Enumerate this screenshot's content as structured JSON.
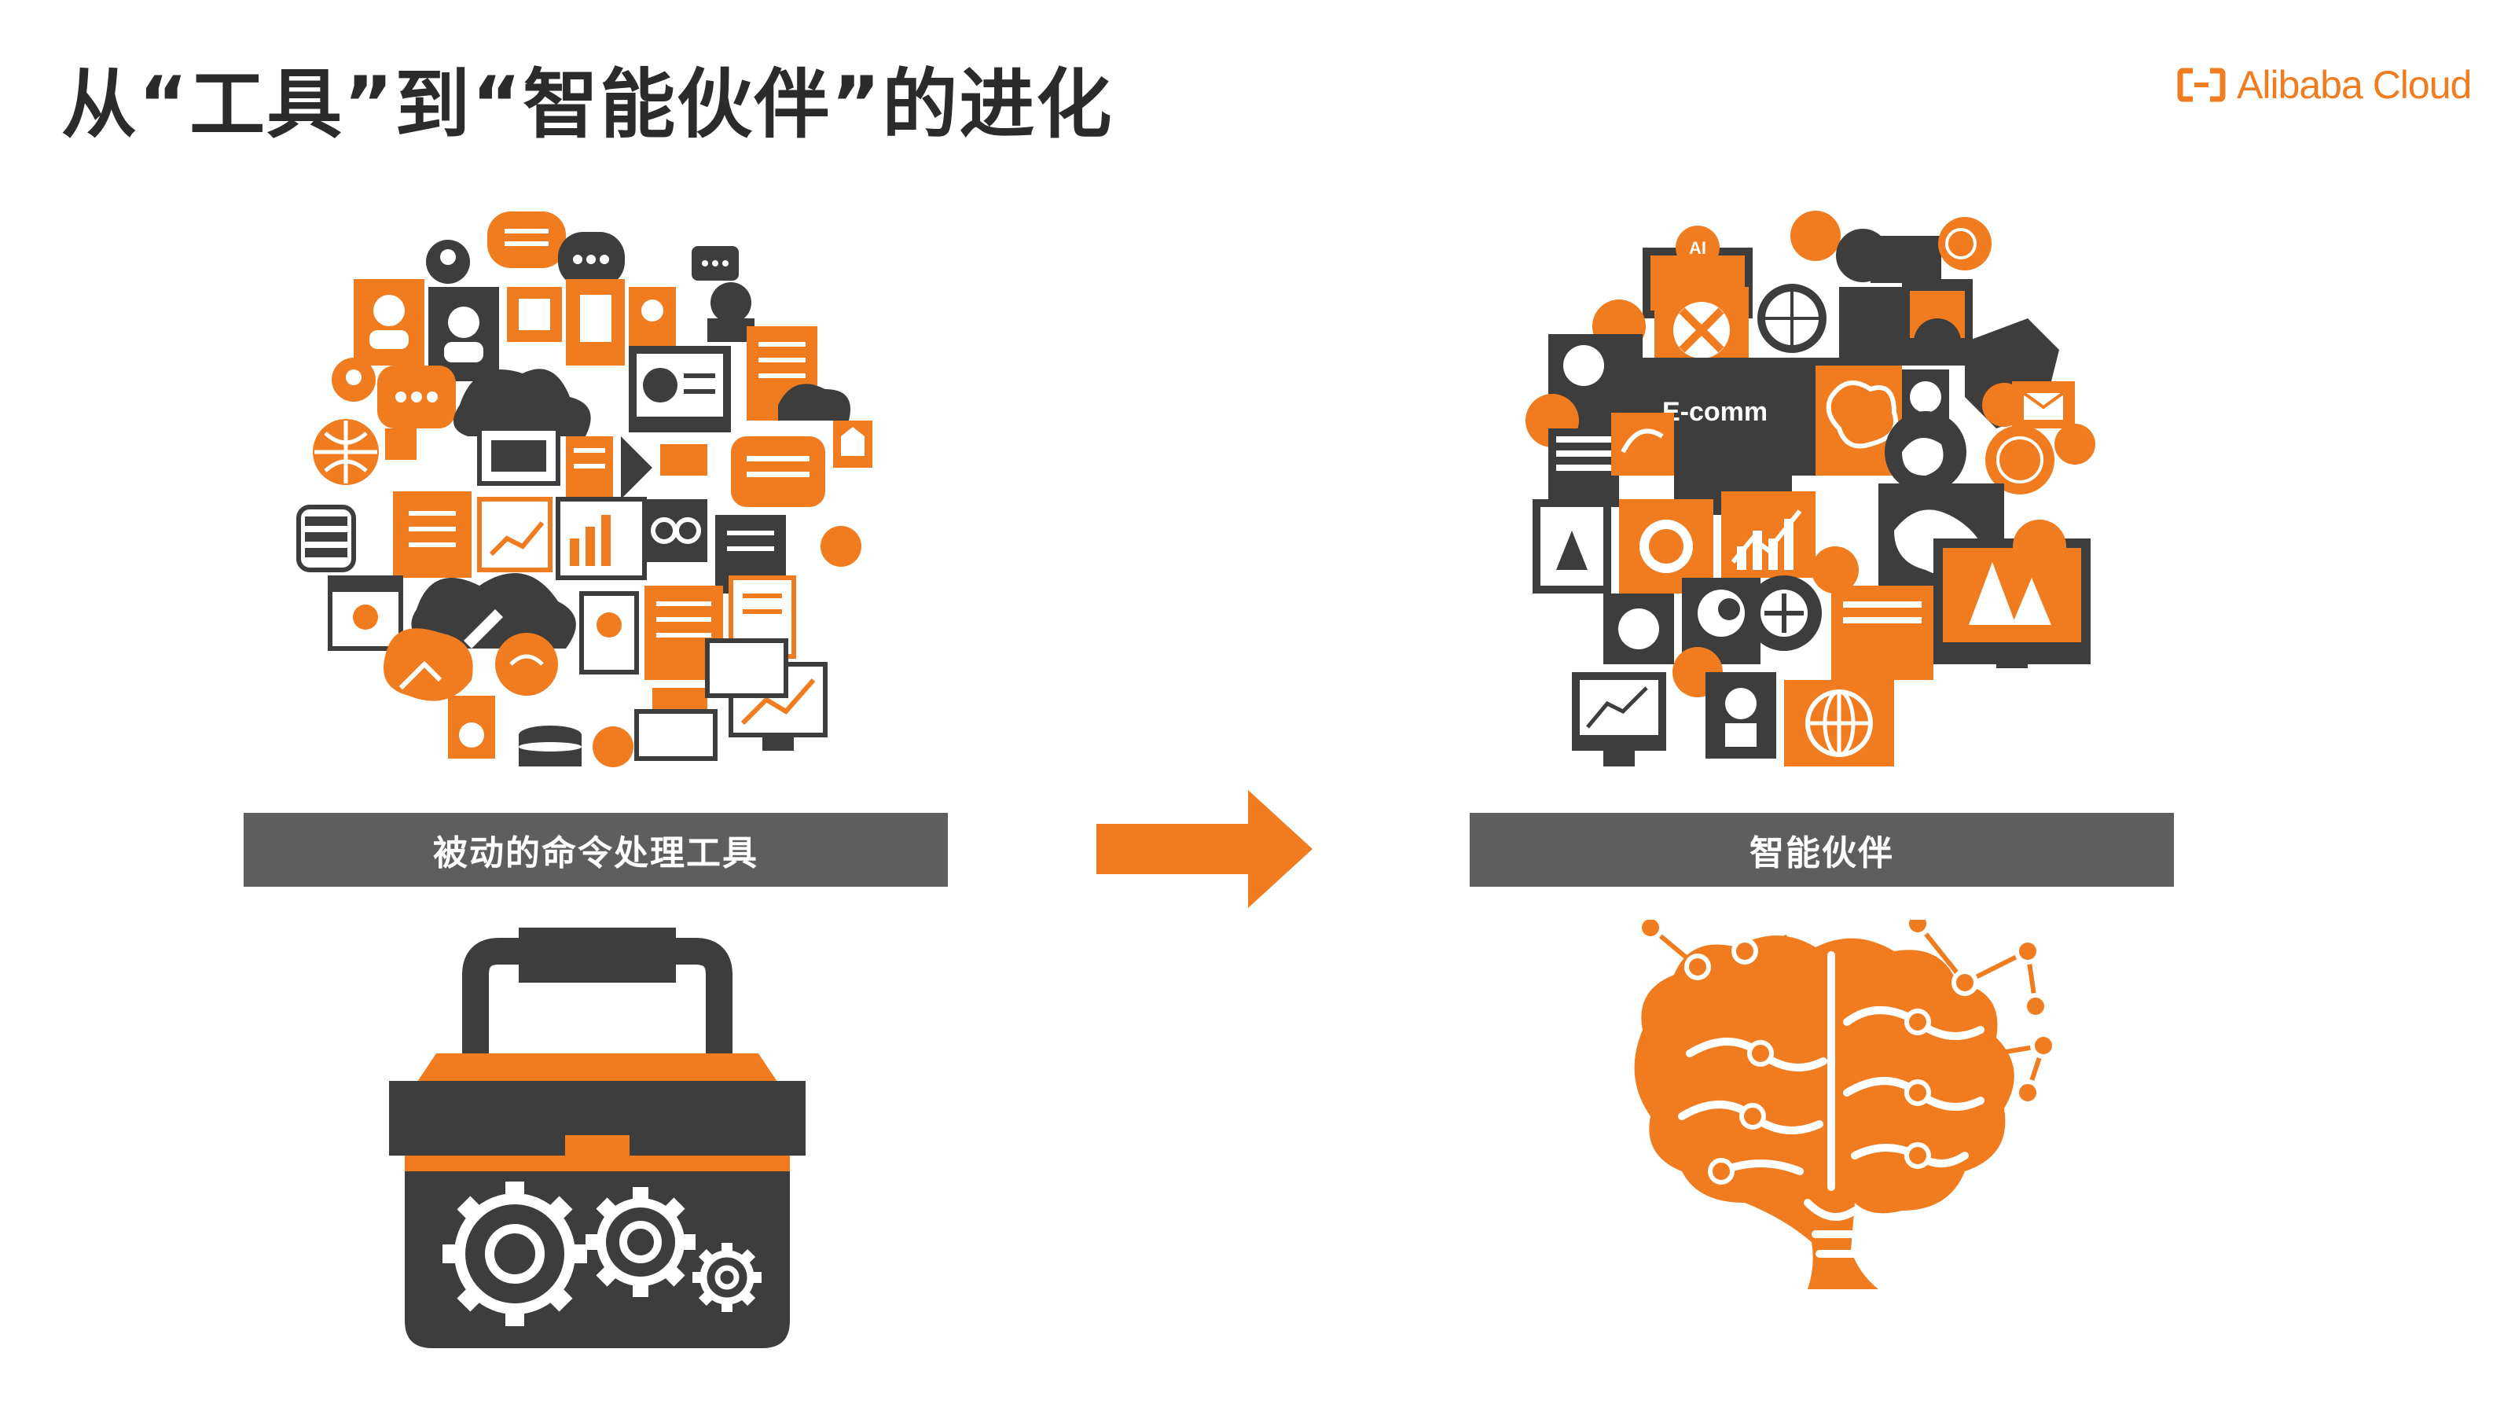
{
  "slide": {
    "title": "从“工具”到“智能伙伴”的进化",
    "brand": "Alibaba Cloud",
    "left_label": "被动的命令处理工具",
    "right_label": "智能伙伴",
    "right_overlay_text": "E-comm",
    "ai_badge_text": "AI"
  },
  "colors": {
    "orange": "#f07c1f",
    "dark": "#3d3d3d",
    "bar": "#5e5e5e"
  },
  "icons": [
    "tool-cluster-icon",
    "ai-cluster-icon",
    "arrow-right-icon",
    "toolbox-icon",
    "gear-icon",
    "brain-circuit-icon",
    "alibaba-cloud-logo-icon"
  ]
}
